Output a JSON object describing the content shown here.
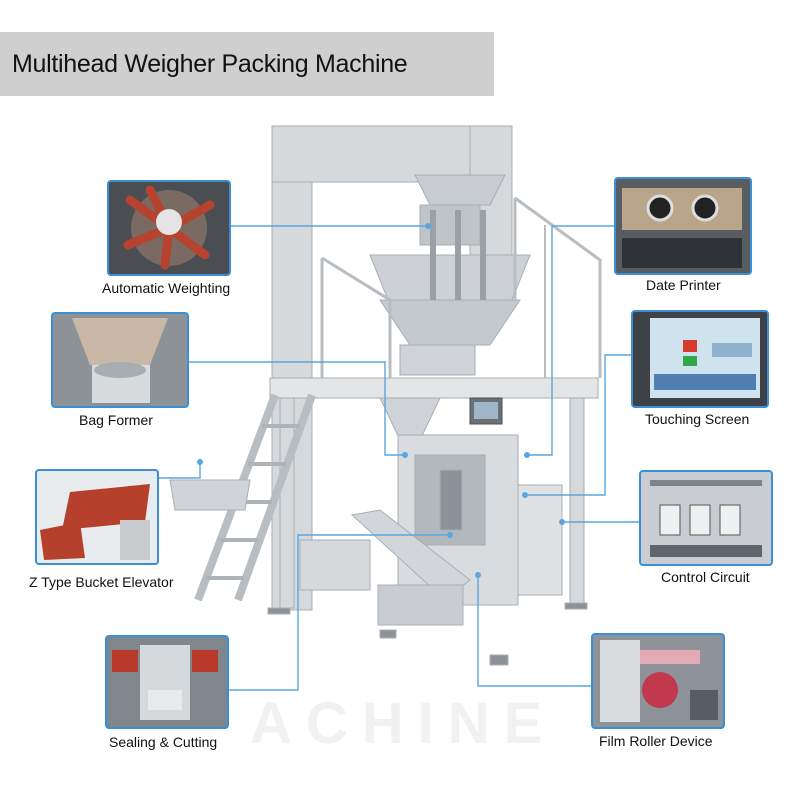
{
  "title": "Multihead Weigher Packing Machine",
  "watermark": "ACHINE",
  "colors": {
    "title_bg": "#cfcfcf",
    "callout_border": "#3b8fd6",
    "leader_line": "#5aa6e0",
    "steel": "#d4d7da",
    "steel_dark": "#9aa0a6"
  },
  "callouts": [
    {
      "id": "automatic-weighting",
      "label": "Automatic Weighting",
      "icon": "multihead-weigher-photo"
    },
    {
      "id": "bag-former",
      "label": "Bag Former",
      "icon": "bag-former-photo"
    },
    {
      "id": "z-type-bucket-elevator",
      "label": "Z Type Bucket Elevator",
      "icon": "bucket-elevator-photo"
    },
    {
      "id": "sealing-cutting",
      "label": "Sealing & Cutting",
      "icon": "sealing-jaws-photo"
    },
    {
      "id": "date-printer",
      "label": "Date Printer",
      "icon": "date-printer-photo"
    },
    {
      "id": "touching-screen",
      "label": "Touching Screen",
      "icon": "touch-screen-photo"
    },
    {
      "id": "control-circuit",
      "label": "Control Circuit",
      "icon": "control-cabinet-photo"
    },
    {
      "id": "film-roller-device",
      "label": "Film Roller Device",
      "icon": "film-roller-photo"
    }
  ]
}
